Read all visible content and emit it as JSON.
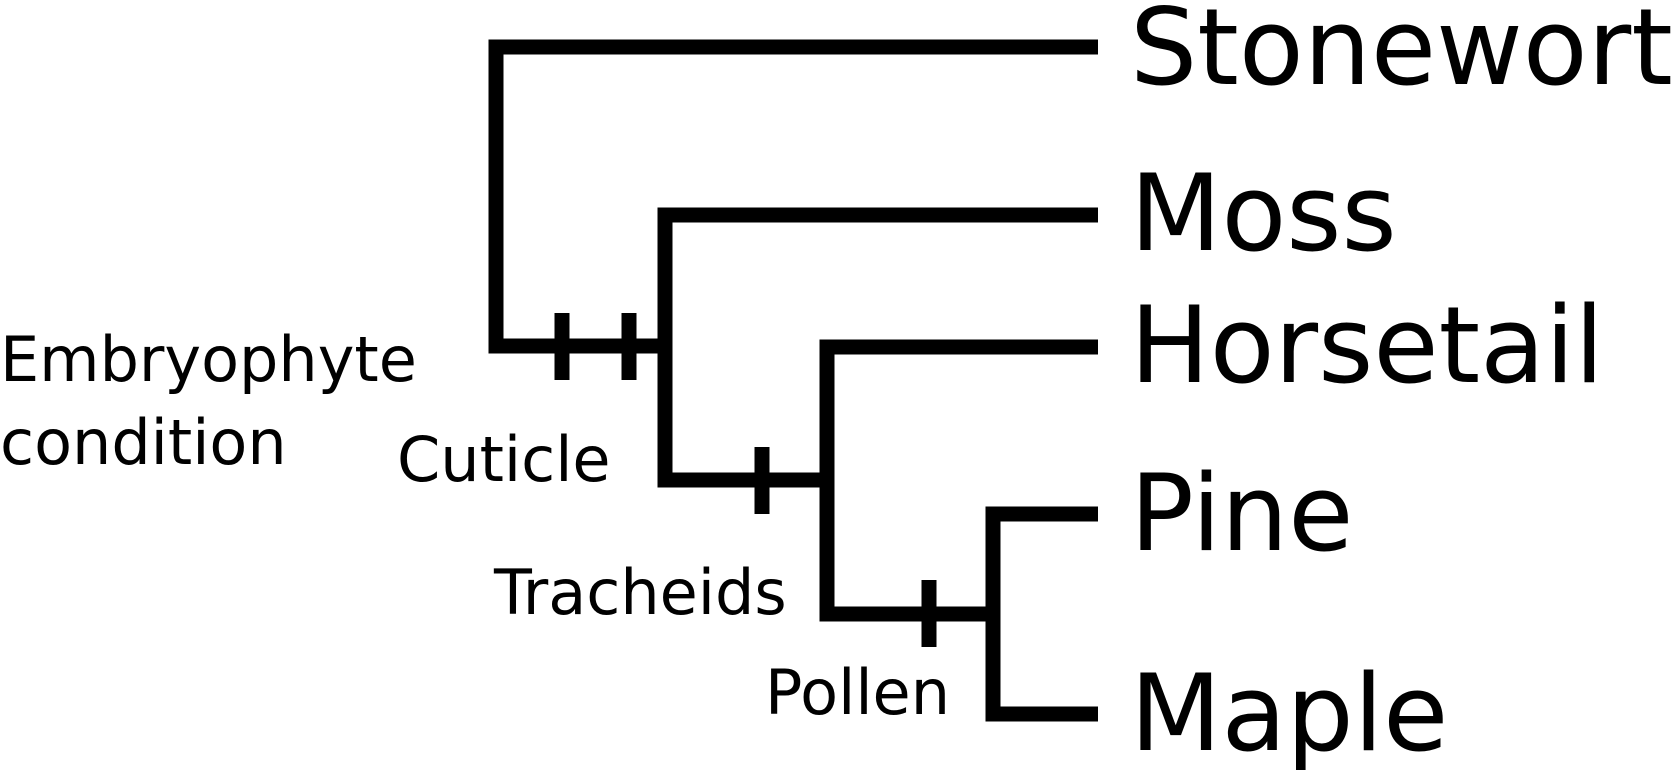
{
  "taxa": {
    "stonewort": "Stonewort",
    "moss": "Moss",
    "horsetail": "Horsetail",
    "pine": "Pine",
    "maple": "Maple"
  },
  "traits": {
    "embryophyte_line1": "Embryophyte",
    "embryophyte_line2": "condition",
    "cuticle": "Cuticle",
    "tracheids": "Tracheids",
    "pollen": "Pollen"
  }
}
